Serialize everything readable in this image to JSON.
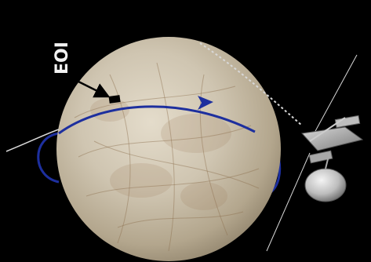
{
  "diagram": {
    "labels": {
      "orbit_insertion": "EOI"
    },
    "elements": {
      "moon": "Europa",
      "spacecraft": "spacecraft-with-dish-antenna"
    },
    "colors": {
      "background": "#000000",
      "orbit": "#1d2f9e",
      "trajectory": "#d8d8d8",
      "label": "#f2f2f2",
      "moon_base": "#cfc5b1"
    }
  }
}
